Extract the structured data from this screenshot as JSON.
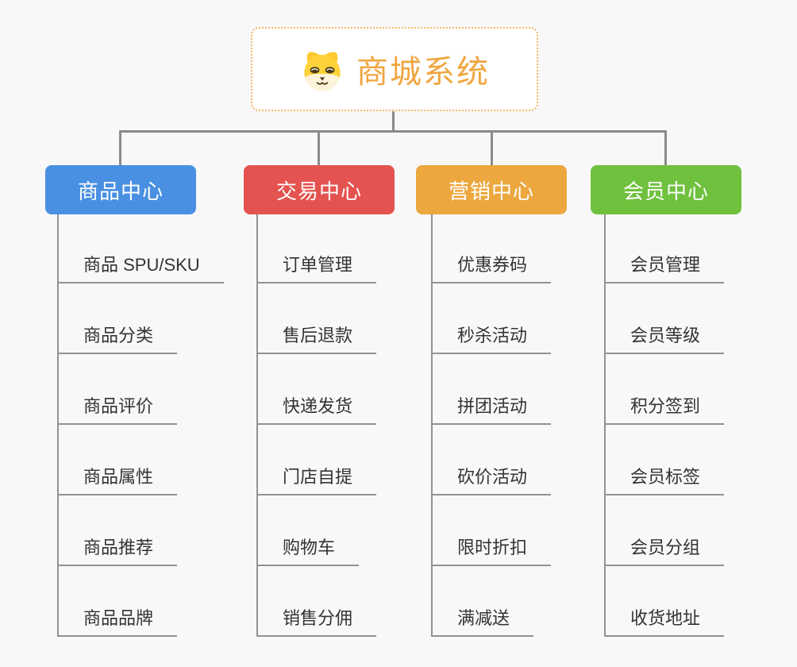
{
  "background": "#f8f8f8",
  "connector_color": "#8a8a8a",
  "root": {
    "title": "商城系统",
    "title_color": "#F0A640",
    "border_color": "#F2B863",
    "icon": "dog-face-icon"
  },
  "branches": [
    {
      "label": "商品中心",
      "color": "#4A90E2",
      "children": [
        "商品 SPU/SKU",
        "商品分类",
        "商品评价",
        "商品属性",
        "商品推荐",
        "商品品牌"
      ]
    },
    {
      "label": "交易中心",
      "color": "#E4534F",
      "children": [
        "订单管理",
        "售后退款",
        "快递发货",
        "门店自提",
        "购物车",
        "销售分佣"
      ]
    },
    {
      "label": "营销中心",
      "color": "#ECA73F",
      "children": [
        "优惠券码",
        "秒杀活动",
        "拼团活动",
        "砍价活动",
        "限时折扣",
        "满减送"
      ]
    },
    {
      "label": "会员中心",
      "color": "#6FC13E",
      "children": [
        "会员管理",
        "会员等级",
        "积分签到",
        "会员标签",
        "会员分组",
        "收货地址"
      ]
    }
  ]
}
